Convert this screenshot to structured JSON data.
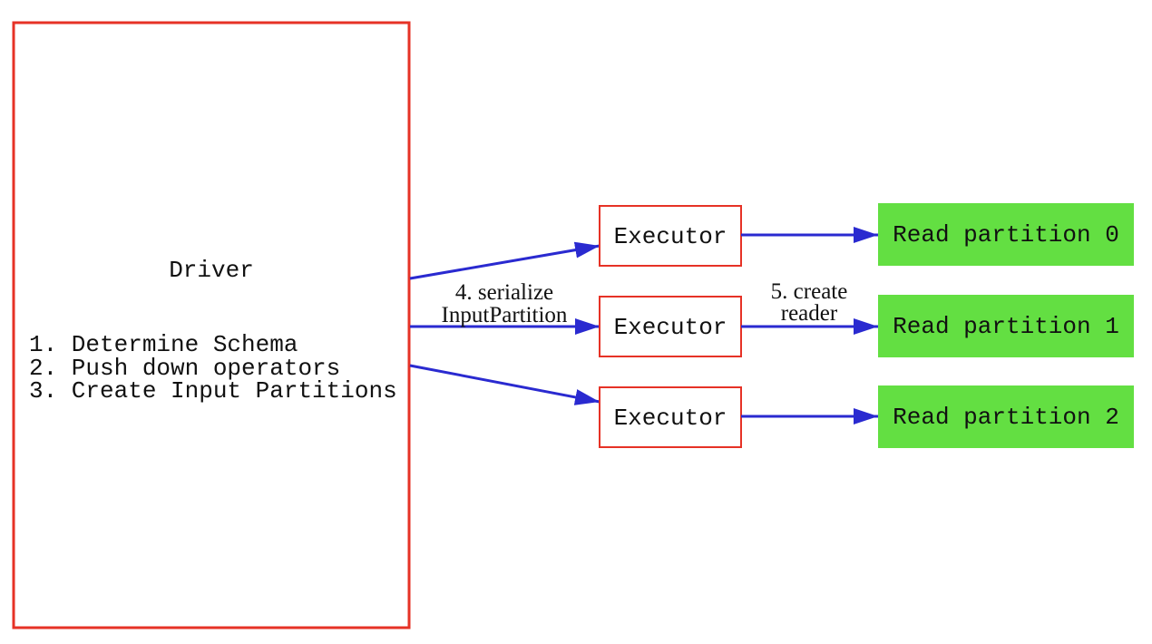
{
  "diagram": {
    "driver": {
      "title": "Driver",
      "steps": [
        "1. Determine Schema",
        "2. Push down operators",
        "3. Create Input Partitions"
      ]
    },
    "executors": [
      {
        "label": "Executor"
      },
      {
        "label": "Executor"
      },
      {
        "label": "Executor"
      }
    ],
    "partitions": [
      {
        "label": "Read partition 0"
      },
      {
        "label": "Read partition 1"
      },
      {
        "label": "Read partition 2"
      }
    ],
    "edge_labels": {
      "serialize": {
        "line1": "4. serialize",
        "line2": "InputPartition"
      },
      "create_reader": {
        "line1": "5. create",
        "line2": "reader"
      }
    },
    "colors": {
      "box_border": "#e63226",
      "arrow": "#2a2ad0",
      "partition_fill": "#63df42",
      "text": "#111111",
      "background": "#ffffff"
    }
  }
}
